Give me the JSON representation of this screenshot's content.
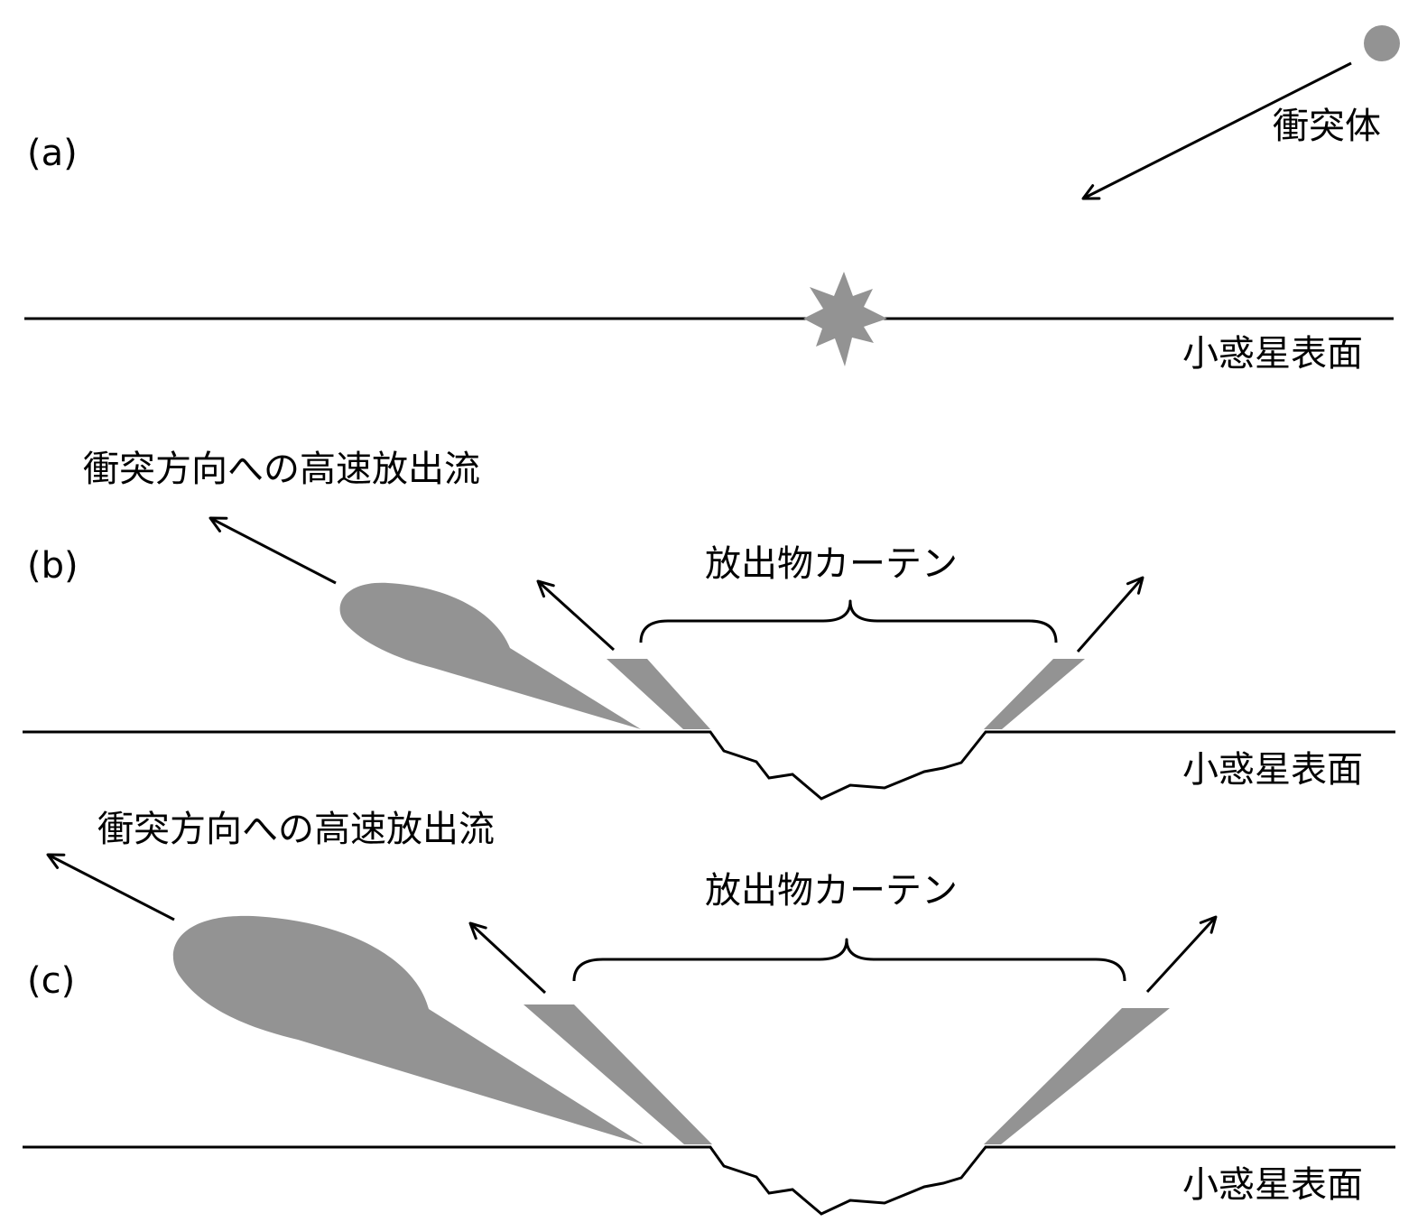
{
  "panels": [
    {
      "id": "a",
      "letter": "(a)",
      "impactor_label": "衝突体",
      "surface_label": "小惑星表面"
    },
    {
      "id": "b",
      "letter": "(b)",
      "jet_label": "衝突方向への高速放出流",
      "curtain_label": "放出物カーテン",
      "surface_label": "小惑星表面"
    },
    {
      "id": "c",
      "letter": "(c)",
      "jet_label": "衝突方向への高速放出流",
      "curtain_label": "放出物カーテン",
      "surface_label": "小惑星表面"
    }
  ],
  "colors": {
    "line": "#000000",
    "fill": "#939393",
    "background": "#ffffff"
  }
}
